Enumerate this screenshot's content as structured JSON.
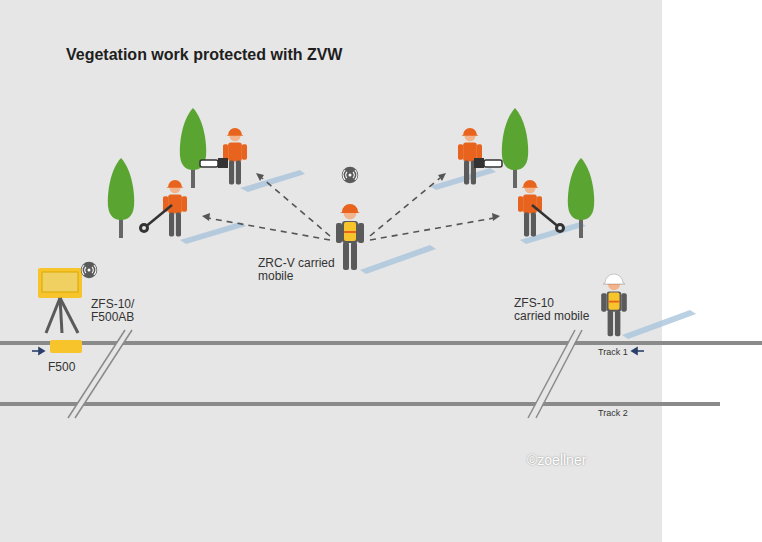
{
  "diagram": {
    "title": "Vegetation work protected with ZVW",
    "labels": [
      "ZRC-V carried mobile",
      "ZFS-10/ F500AB",
      "F500",
      "ZFS-10 carried mobile",
      "Track 1",
      "Track 2",
      "©zoellner"
    ]
  }
}
